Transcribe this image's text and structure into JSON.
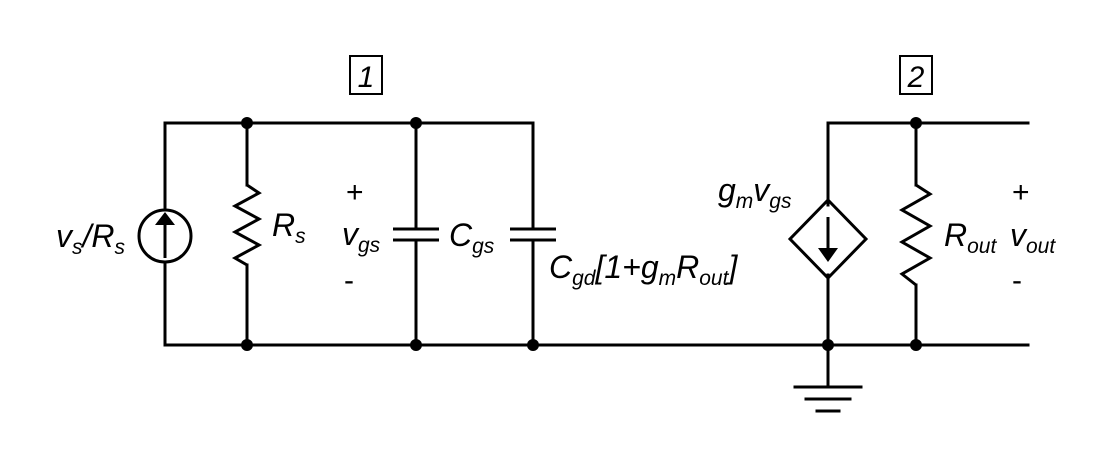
{
  "nodes": {
    "node1": "1",
    "node2": "2"
  },
  "labels": {
    "source_v": "v",
    "source_v_sub": "s",
    "source_slash": "/R",
    "source_r_sub": "s",
    "rs_main": "R",
    "rs_sub": "s",
    "vgs_plus": "+",
    "vgs_main": "v",
    "vgs_sub": "gs",
    "vgs_minus": "-",
    "cgs_main": "C",
    "cgs_sub": "gs",
    "cgd_main": "C",
    "cgd_sub": "gd",
    "cgd_open": "[1+g",
    "cgd_m_sub": "m",
    "cgd_r": "R",
    "cgd_out_sub": "out",
    "cgd_close": "]",
    "gm_g": "g",
    "gm_m_sub": "m",
    "gm_v": "v",
    "gm_gs_sub": "gs",
    "rout_main": "R",
    "rout_sub": "out",
    "vout_plus": "+",
    "vout_main": "v",
    "vout_sub": "out",
    "vout_minus": "-"
  }
}
